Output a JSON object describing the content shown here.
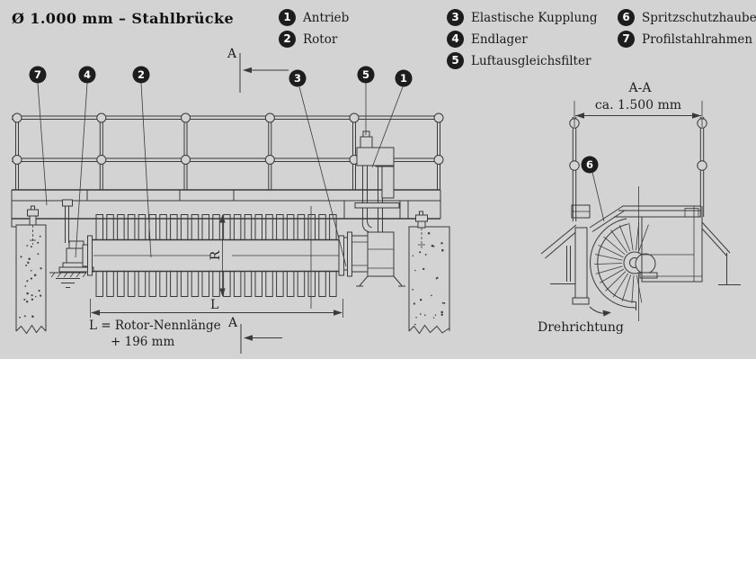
{
  "title": "Ø 1.000 mm – Stahlbrücke",
  "legend": {
    "columns": [
      {
        "items": [
          {
            "num": "1",
            "label": "Antrieb"
          },
          {
            "num": "2",
            "label": "Rotor"
          }
        ]
      },
      {
        "items": [
          {
            "num": "3",
            "label": "Elastische Kupplung"
          },
          {
            "num": "4",
            "label": "Endlager"
          },
          {
            "num": "5",
            "label": "Luftausgleichsfilter"
          }
        ]
      },
      {
        "items": [
          {
            "num": "6",
            "label": "Spritzschutzhaube"
          },
          {
            "num": "7",
            "label": "Profilstahlrahmen"
          }
        ]
      }
    ]
  },
  "callout_numbers": {
    "n1": "1",
    "n2": "2",
    "n3": "3",
    "n4": "4",
    "n5": "5",
    "n6": "6",
    "n7": "7"
  },
  "annotations": {
    "section_letter": "A",
    "section_title": "A-A",
    "section_width": "ca. 1.500 mm",
    "length_label": "L",
    "radius_label": "R",
    "length_note_line1": "L = Rotor-Nennlänge",
    "length_note_line2": "+ 196 mm",
    "rotation_label": "Drehrichtung"
  },
  "colors": {
    "background": "#d3d3d3",
    "line": "#3a3a3a",
    "callout_fill": "#1d1d1d",
    "callout_text": "#ffffff"
  }
}
